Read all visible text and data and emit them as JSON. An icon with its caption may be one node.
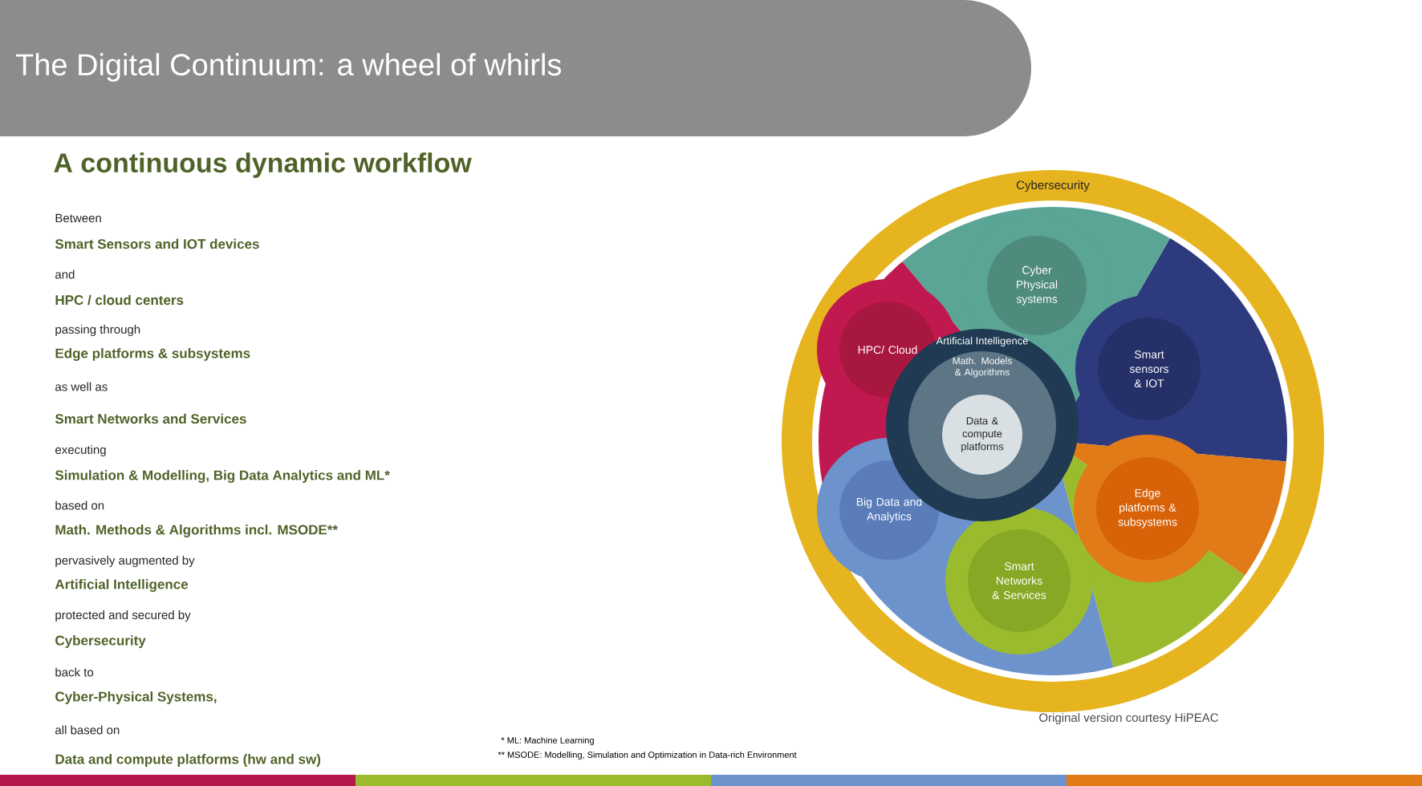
{
  "diagram": {
    "title": "The Digital Continuum: a wheel of whirls",
    "nodes": [
      {
        "text": [
          "Cybersecurity"
        ]
      },
      {
        "text": [
          "Cyber Physical systems"
        ],
        "in": 0
      },
      {
        "text": [
          "HPC/ Cloud"
        ],
        "in": 0
      },
      {
        "text": [
          "Smart sensors & IOT"
        ],
        "in": 0
      },
      {
        "text": [
          "Big Data and Analytics"
        ],
        "in": 0
      },
      {
        "text": [
          "Edge platforms & subsystems"
        ],
        "in": 0
      },
      {
        "text": [
          "Smart Networks & Services"
        ],
        "in": 0
      },
      {
        "text": [
          "Artificial Intelligence",
          "Math. Models & Algorithms"
        ],
        "in": 0
      },
      {
        "text": [
          "Data & compute platforms"
        ],
        "in": 7
      }
    ],
    "labels": [
      "A continuous dynamic workflow",
      "Between",
      "Smart Sensors and IOT devices",
      "and",
      "HPC / cloud centers",
      "passing through",
      "Edge platforms & subsystems",
      "as well as",
      "Smart Networks and Services",
      "executing",
      "Simulation & Modelling, Big Data Analytics and ML*",
      "based on",
      "Math. Methods & Algorithms incl. MSODE**",
      "pervasively augmented by",
      "Artificial Intelligence",
      "protected and secured by",
      "Cybersecurity",
      "back to",
      "Cyber-Physical Systems,",
      "all based on",
      "Data and compute platforms (hw and sw)",
      "* ML: Machine Learning",
      "** MSODE: Modelling, Simulation and Optimization in Data-rich Environment",
      "Original version courtesy HiPEAC"
    ]
  }
}
